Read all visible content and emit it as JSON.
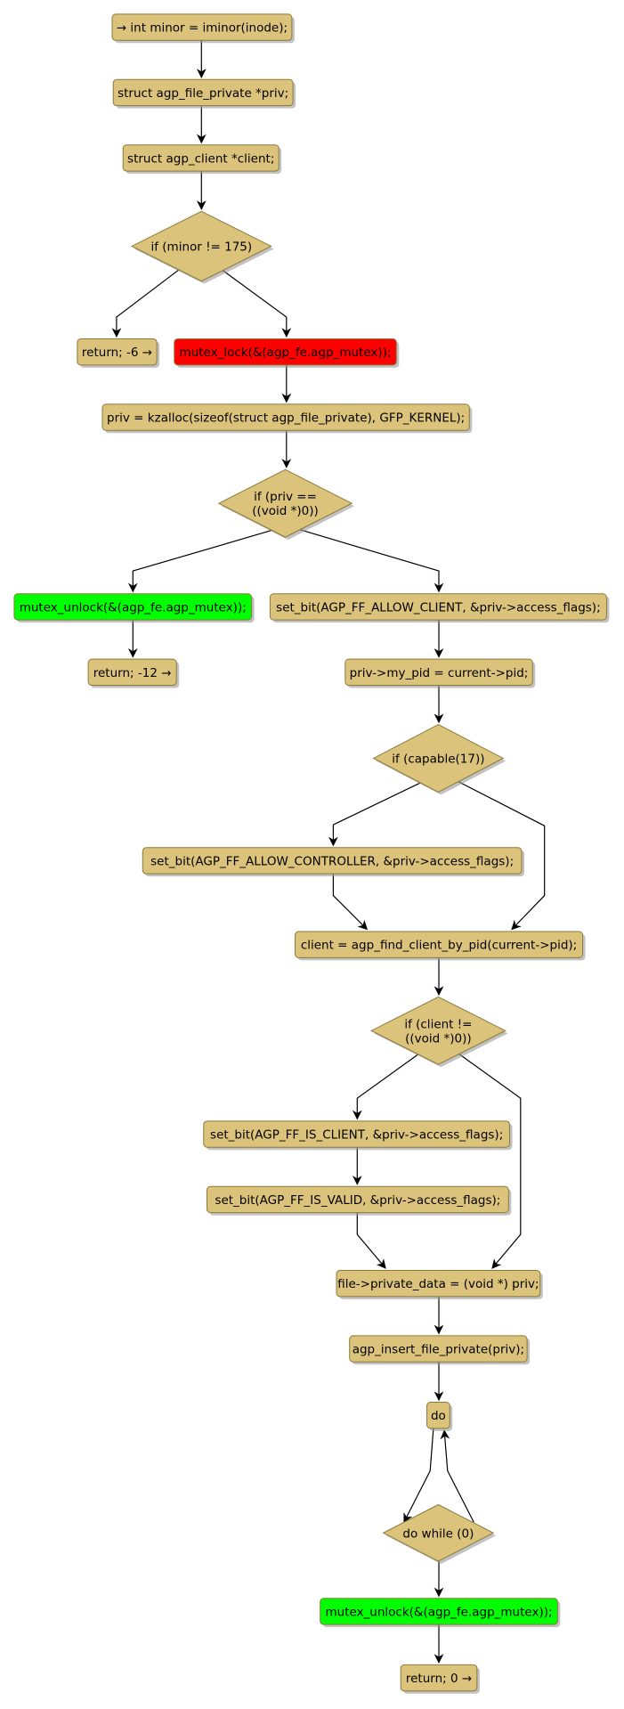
{
  "colors": {
    "default_fill": "#dcc37b",
    "lock_fill": "#ff0000",
    "unlock_fill": "#00ff00",
    "edge": "#000000",
    "shadow": "#9a9a9a"
  },
  "nodes": [
    {
      "id": "n_minor",
      "kind": "box",
      "style": "default",
      "label": "→ int minor = iminor(inode);"
    },
    {
      "id": "n_priv_decl",
      "kind": "box",
      "style": "default",
      "label": "struct agp_file_private *priv;"
    },
    {
      "id": "n_client_decl",
      "kind": "box",
      "style": "default",
      "label": "struct agp_client *client;"
    },
    {
      "id": "d_minor",
      "kind": "diamond",
      "style": "default",
      "label": [
        "if (minor != 175)"
      ]
    },
    {
      "id": "n_ret6",
      "kind": "box",
      "style": "default",
      "label": "return; -6 →"
    },
    {
      "id": "n_lock",
      "kind": "box",
      "style": "lock",
      "label": "mutex_lock(&(agp_fe.agp_mutex));"
    },
    {
      "id": "n_kzalloc",
      "kind": "box",
      "style": "default",
      "label": "priv = kzalloc(sizeof(struct agp_file_private), GFP_KERNEL);"
    },
    {
      "id": "d_priv",
      "kind": "diamond",
      "style": "default",
      "label": [
        "if (priv ==",
        "((void *)0))"
      ]
    },
    {
      "id": "n_unlock1",
      "kind": "box",
      "style": "unlock",
      "label": "mutex_unlock(&(agp_fe.agp_mutex));"
    },
    {
      "id": "n_ret12",
      "kind": "box",
      "style": "default",
      "label": "return; -12 →"
    },
    {
      "id": "n_allow_client",
      "kind": "box",
      "style": "default",
      "label": "set_bit(AGP_FF_ALLOW_CLIENT, &priv->access_flags);"
    },
    {
      "id": "n_pid",
      "kind": "box",
      "style": "default",
      "label": "priv->my_pid = current->pid;"
    },
    {
      "id": "d_capable",
      "kind": "diamond",
      "style": "default",
      "label": [
        "if (capable(17))"
      ]
    },
    {
      "id": "n_allow_ctrl",
      "kind": "box",
      "style": "default",
      "label": "set_bit(AGP_FF_ALLOW_CONTROLLER, &priv->access_flags);"
    },
    {
      "id": "n_find",
      "kind": "box",
      "style": "default",
      "label": "client = agp_find_client_by_pid(current->pid);"
    },
    {
      "id": "d_client",
      "kind": "diamond",
      "style": "default",
      "label": [
        "if (client !=",
        "((void *)0))"
      ]
    },
    {
      "id": "n_is_client",
      "kind": "box",
      "style": "default",
      "label": "set_bit(AGP_FF_IS_CLIENT, &priv->access_flags);"
    },
    {
      "id": "n_is_valid",
      "kind": "box",
      "style": "default",
      "label": "set_bit(AGP_FF_IS_VALID, &priv->access_flags);"
    },
    {
      "id": "n_private_data",
      "kind": "box",
      "style": "default",
      "label": "file->private_data = (void *) priv;"
    },
    {
      "id": "n_insert",
      "kind": "box",
      "style": "default",
      "label": "agp_insert_file_private(priv);"
    },
    {
      "id": "n_do",
      "kind": "box",
      "style": "default",
      "label": "do"
    },
    {
      "id": "d_dowhile",
      "kind": "diamond",
      "style": "default",
      "label": [
        "do while (0)"
      ]
    },
    {
      "id": "n_unlock2",
      "kind": "box",
      "style": "unlock",
      "label": "mutex_unlock(&(agp_fe.agp_mutex));"
    },
    {
      "id": "n_ret0",
      "kind": "box",
      "style": "default",
      "label": "return; 0 →"
    }
  ],
  "edges": [
    {
      "from": "n_minor",
      "to": "n_priv_decl"
    },
    {
      "from": "n_priv_decl",
      "to": "n_client_decl"
    },
    {
      "from": "n_client_decl",
      "to": "d_minor"
    },
    {
      "from": "d_minor",
      "to": "n_ret6"
    },
    {
      "from": "d_minor",
      "to": "n_lock"
    },
    {
      "from": "n_lock",
      "to": "n_kzalloc"
    },
    {
      "from": "n_kzalloc",
      "to": "d_priv"
    },
    {
      "from": "d_priv",
      "to": "n_unlock1"
    },
    {
      "from": "d_priv",
      "to": "n_allow_client"
    },
    {
      "from": "n_unlock1",
      "to": "n_ret12"
    },
    {
      "from": "n_allow_client",
      "to": "n_pid"
    },
    {
      "from": "n_pid",
      "to": "d_capable"
    },
    {
      "from": "d_capable",
      "to": "n_allow_ctrl"
    },
    {
      "from": "d_capable",
      "to": "n_find"
    },
    {
      "from": "n_allow_ctrl",
      "to": "n_find"
    },
    {
      "from": "n_find",
      "to": "d_client"
    },
    {
      "from": "d_client",
      "to": "n_is_client"
    },
    {
      "from": "d_client",
      "to": "n_private_data"
    },
    {
      "from": "n_is_client",
      "to": "n_is_valid"
    },
    {
      "from": "n_is_valid",
      "to": "n_private_data"
    },
    {
      "from": "n_private_data",
      "to": "n_insert"
    },
    {
      "from": "n_insert",
      "to": "n_do"
    },
    {
      "from": "n_do",
      "to": "d_dowhile"
    },
    {
      "from": "d_dowhile",
      "to": "n_do"
    },
    {
      "from": "d_dowhile",
      "to": "n_unlock2"
    },
    {
      "from": "n_unlock2",
      "to": "n_ret0"
    }
  ]
}
